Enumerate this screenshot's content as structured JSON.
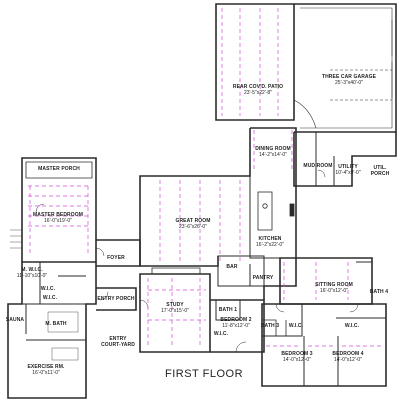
{
  "plan_title": "FIRST FLOOR",
  "rooms": {
    "patio": {
      "name": "REAR COV'D. PATIO",
      "dim": "23'-5\"x22'-8\""
    },
    "garage": {
      "name": "THREE CAR GARAGE",
      "dim": "25'-3\"x40'-0\""
    },
    "dining": {
      "name": "DINING ROOM",
      "dim": "14'-2\"x14'-0\""
    },
    "mud": {
      "name": "MUD ROOM",
      "dim": ""
    },
    "utility": {
      "name": "UTILITY",
      "dim": "10'-4\"x9'-0\""
    },
    "util_porch": {
      "name": "UTIL.",
      "dim": "PORCH"
    },
    "master_porch": {
      "name": "MASTER PORCH",
      "dim": ""
    },
    "master_bed": {
      "name": "MASTER BEDROOM",
      "dim": "16'-0\"x19'-0\""
    },
    "great": {
      "name": "GREAT ROOM",
      "dim": "23'-6\"x26'-0\""
    },
    "kitchen": {
      "name": "KITCHEN",
      "dim": "16'-2\"x22'-0\""
    },
    "foyer": {
      "name": "FOYER",
      "dim": ""
    },
    "m_wic": {
      "name": "M. W.I.C.",
      "dim": "11'-10\"x10'-0\""
    },
    "wic_small": {
      "name": "W.I.C.",
      "dim": ""
    },
    "bar": {
      "name": "BAR",
      "dim": ""
    },
    "pantry": {
      "name": "PANTRY",
      "dim": ""
    },
    "sitting": {
      "name": "SITTING ROOM",
      "dim": "16'-0\"x12'-0\""
    },
    "entry_porch": {
      "name": "ENTRY PORCH",
      "dim": ""
    },
    "study": {
      "name": "STUDY",
      "dim": "17'-0\"x15'-0\""
    },
    "bath1": {
      "name": "BATH 1",
      "dim": ""
    },
    "bedroom2": {
      "name": "BEDROOM 2",
      "dim": "11'-8\"x12'-0\""
    },
    "bath3": {
      "name": "BATH 3",
      "dim": ""
    },
    "bath4": {
      "name": "BATH 4",
      "dim": ""
    },
    "m_bath": {
      "name": "M. BATH",
      "dim": ""
    },
    "sauna": {
      "name": "SAUNA",
      "dim": ""
    },
    "entry_court": {
      "name": "ENTRY",
      "dim": "COURT-YARD"
    },
    "bedroom3": {
      "name": "BEDROOM 3",
      "dim": "14'-0\"x12'-0\""
    },
    "bedroom4": {
      "name": "BEDROOM 4",
      "dim": "14'-0\"x12'-0\""
    },
    "exercise": {
      "name": "EXERCISE RM.",
      "dim": "16'-0\"x11'-0\""
    },
    "wic_m": {
      "name": "W.I.C.",
      "dim": ""
    },
    "wic_b3": {
      "name": "W.I.C.",
      "dim": ""
    },
    "wic_b4": {
      "name": "W.I.C.",
      "dim": ""
    },
    "wic_bed2": {
      "name": "W.I.C.",
      "dim": ""
    }
  },
  "colors": {
    "wall": "#2b2b2b",
    "guide": "#d24fd6",
    "dim": "#b3261e"
  }
}
